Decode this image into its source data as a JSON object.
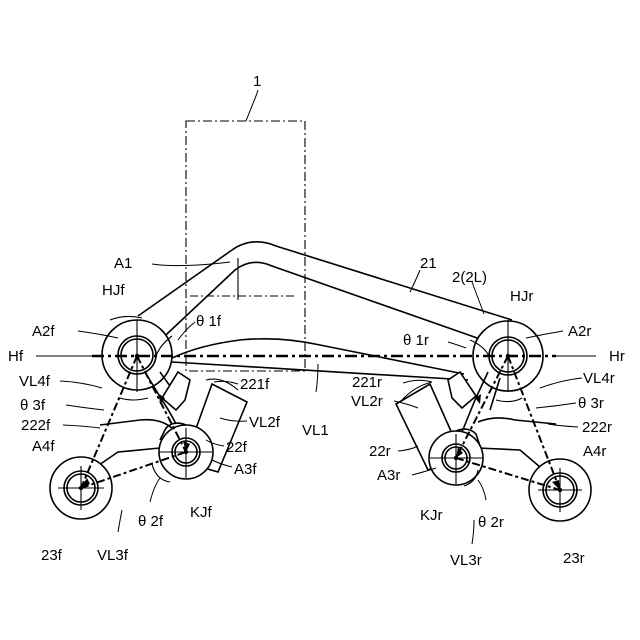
{
  "labels": {
    "l1": "1",
    "a1": "A1",
    "l21": "21",
    "l2": "2(2L)",
    "hjf": "HJf",
    "hjr": "HJr",
    "a2f": "A2f",
    "a2r": "A2r",
    "hf": "Hf",
    "hr": "Hr",
    "th1f": "θ 1f",
    "th1r": "θ 1r",
    "vl4f": "VL4f",
    "vl4r": "VL4r",
    "th3f": "θ 3f",
    "th3r": "θ 3r",
    "l221f": "221f",
    "l221r": "221r",
    "l222f": "222f",
    "l222r": "222r",
    "vl2f": "VL2f",
    "vl2r": "VL2r",
    "vl1": "VL1",
    "a4f": "A4f",
    "a4r": "A4r",
    "l22f": "22f",
    "l22r": "22r",
    "a3f": "A3f",
    "a3r": "A3r",
    "kjf": "KJf",
    "kjr": "KJr",
    "th2f": "θ 2f",
    "th2r": "θ 2r",
    "l23f": "23f",
    "l23r": "23r",
    "vl3f": "VL3f",
    "vl3r": "VL3r"
  }
}
